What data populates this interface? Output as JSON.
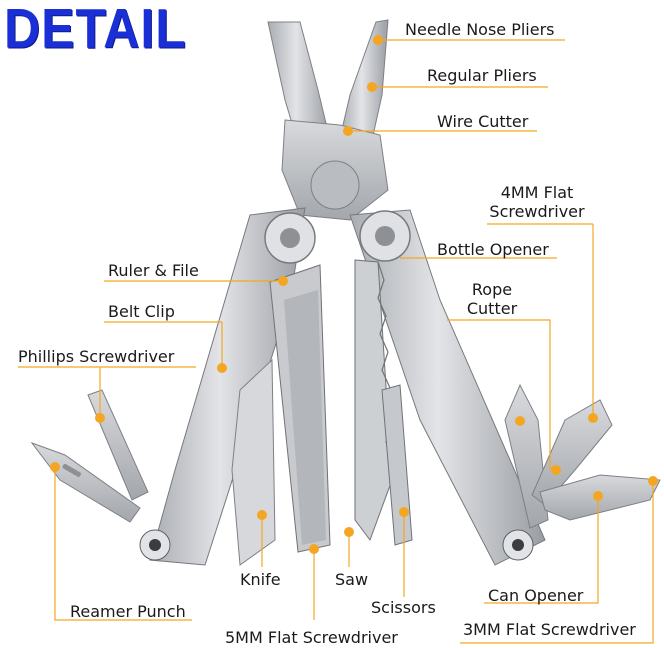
{
  "title": "DETAIL",
  "colors": {
    "title": "#1b2fd6",
    "accent": "#f4a623",
    "metal": "#c9cbcf",
    "metal_dark": "#8e9196"
  },
  "labels": {
    "needle_nose_pliers": "Needle Nose Pliers",
    "regular_pliers": "Regular Pliers",
    "wire_cutter": "Wire Cutter",
    "flat_4mm": "4MM Flat Screwdriver",
    "bottle_opener": "Bottle Opener",
    "ruler_file": "Ruler & File",
    "rope_cutter": "Rope Cutter",
    "belt_clip": "Belt Clip",
    "phillips": "Phillips Screwdriver",
    "knife": "Knife",
    "saw": "Saw",
    "scissors": "Scissors",
    "can_opener": "Can Opener",
    "reamer_punch": "Reamer Punch",
    "flat_5mm": "5MM Flat Screwdriver",
    "flat_3mm": "3MM Flat Screwdriver"
  }
}
